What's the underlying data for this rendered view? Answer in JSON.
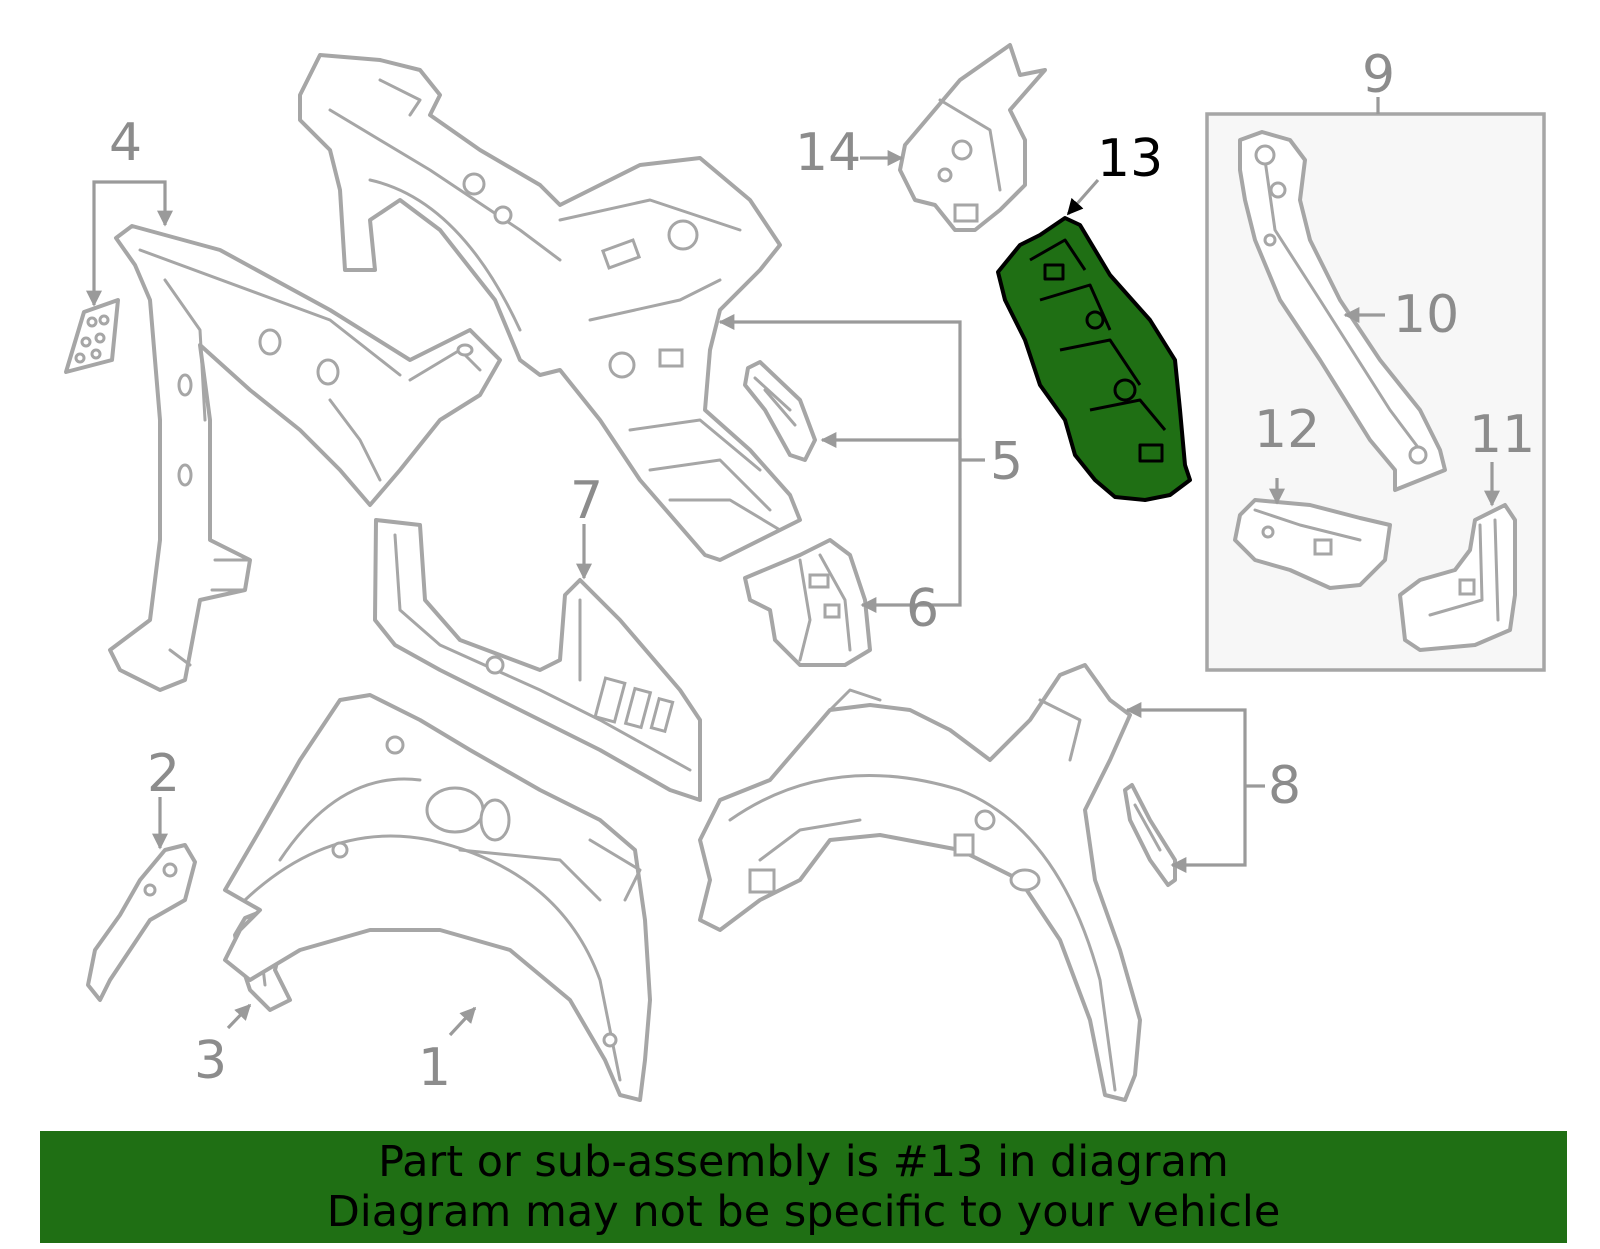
{
  "callouts": {
    "c1": "1",
    "c2": "2",
    "c3": "3",
    "c4": "4",
    "c5": "5",
    "c6": "6",
    "c7": "7",
    "c8": "8",
    "c9": "9",
    "c10": "10",
    "c11": "11",
    "c12": "12",
    "c13": "13",
    "c14": "14"
  },
  "highlight": {
    "part": "13",
    "color": "#1f6f14"
  },
  "banner": {
    "line1": "Part or sub-assembly is #13 in diagram",
    "line2": "Diagram may not be specific to your vehicle"
  }
}
